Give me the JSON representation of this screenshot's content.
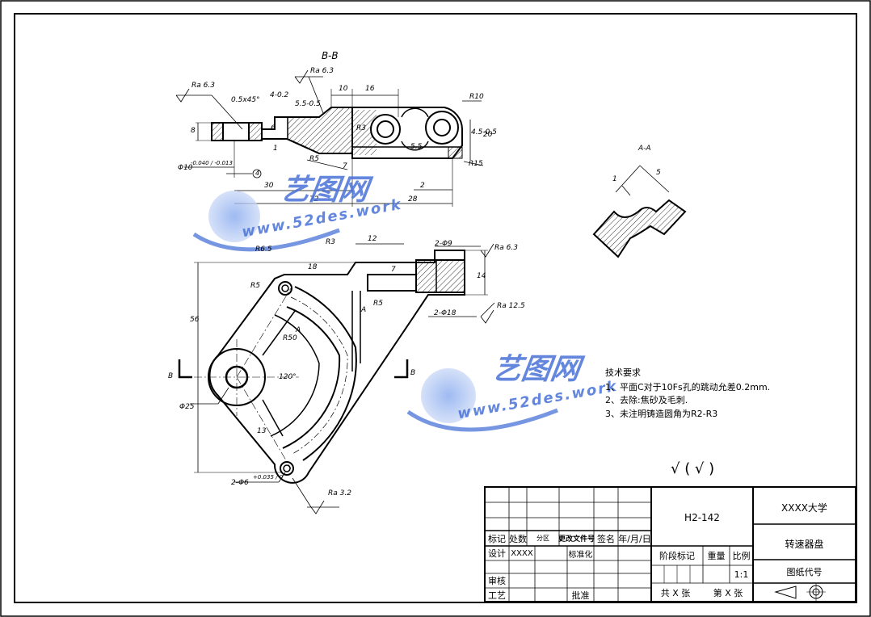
{
  "drawing": {
    "section_bb_label": "B-B",
    "section_aa_label": "A-A",
    "view_mark_b": "B",
    "dims": {
      "ra63_a": "Ra 6.3",
      "ra63_b": "Ra 6.3",
      "ra63_c": "Ra 6.3",
      "ra125": "Ra 12.5",
      "ra32": "Ra 3.2",
      "chamfer": "0.5x45°",
      "d8": "8",
      "d6": "6",
      "d1": "1",
      "tol_4": "4-0.2",
      "tol_55": "5.5-0.5",
      "d10": "10",
      "d16": "16",
      "r10": "R10",
      "r3": "R3",
      "r5": "R5",
      "d7": "7",
      "d55": "5.5",
      "tol_45": "4.5-0.5",
      "d20": "20",
      "r15": "R15",
      "phi10": "Φ10",
      "phi10_tol": "-0.040 / -0.013",
      "circle4": "4",
      "d30": "30",
      "d72": "72",
      "d2": "2",
      "d28": "28",
      "r65": "R6.5",
      "r3b": "R3",
      "d12": "12",
      "phi9": "2-Φ9",
      "d14": "14",
      "d56": "56",
      "d18": "18",
      "r5b": "R5",
      "r5c": "R5",
      "a_mark": "A",
      "d7b": "7",
      "phi18": "2-Φ18",
      "r50": "R50",
      "a_mark2": "A",
      "ang120": "120°",
      "phi25": "Φ25",
      "d13": "13",
      "phi6": "2-Φ6",
      "phi6_tol": "+0.035 / 0",
      "aa_1": "1",
      "aa_5": "5"
    }
  },
  "watermark": {
    "brand": "艺图网",
    "url": "www.52des.work"
  },
  "notes": {
    "title": "技术要求",
    "items": [
      "1、平面C对于10Fs孔的跳动允差0.2mm.",
      "2、去除:焦砂及毛刺.",
      "3、未注明铸造圆角为R2-R3"
    ]
  },
  "roughness": "√ ( √ )",
  "title_block": {
    "drawing_no": "H2-142",
    "school": "XXXX大学",
    "part_name": "转速器盘",
    "drawing_code": "图纸代号",
    "headers": [
      "标记",
      "处数",
      "分区",
      "更改文件号",
      "签名",
      "年/月/日"
    ],
    "design_label": "设计",
    "design_value": "XXXX",
    "standardize": "标准化",
    "stage_mark": "阶段标记",
    "weight": "重量",
    "scale_label": "比例",
    "scale_value": "1:1",
    "review": "审核",
    "process": "工艺",
    "approve": "批准",
    "sheets_total": "共 X 张",
    "sheet_no": "第 X 张"
  }
}
